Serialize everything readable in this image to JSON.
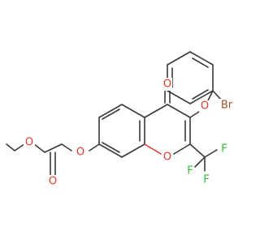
{
  "molecule": {
    "colors": {
      "bond": "#3a3a3a",
      "oxygen": "#e03a2a",
      "bromine": "#a0522d",
      "fluorine": "#33bb33"
    },
    "atom_labels": {
      "o_carbonyl": "O",
      "o_aryl_ether": "O",
      "br": "Br",
      "o_ring": "O",
      "o_chain_ether": "O",
      "o_ester_double": "O",
      "o_ester_single": "O",
      "f1": "F",
      "f2": "F",
      "f3": "F"
    }
  }
}
